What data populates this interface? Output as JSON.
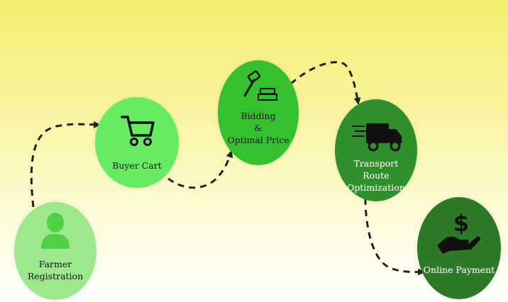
{
  "colors": {
    "farmer": "#9de88d",
    "cart": "#66ec62",
    "bidding": "#35c12f",
    "transport": "#2f8f2b",
    "payment": "#2c7a28",
    "arrow": "#222222"
  },
  "nodes": {
    "farmer": {
      "line1": "Farmer",
      "line2": "Registration",
      "icon": "user-icon"
    },
    "cart": {
      "line1": "Buyer Cart",
      "icon": "shopping-cart-icon"
    },
    "bidding": {
      "line1": "Bidding",
      "line2": "&",
      "line3": "Optimal Price",
      "icon": "auction-gavel-icon"
    },
    "transport": {
      "line1": "Transport",
      "line2": "Route Optimization",
      "icon": "delivery-truck-icon"
    },
    "payment": {
      "line1": "Online Payment",
      "icon": "hand-dollar-icon"
    }
  }
}
